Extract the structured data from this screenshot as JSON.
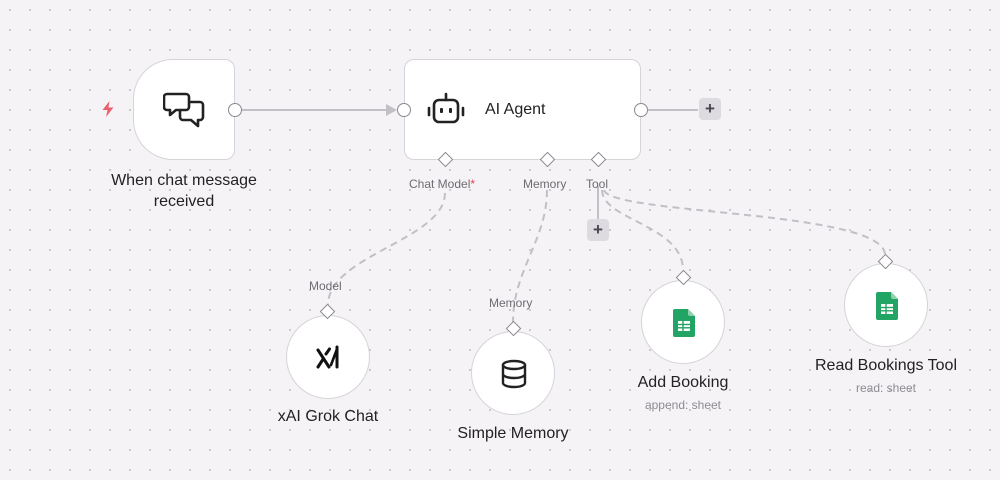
{
  "colors": {
    "canvas_background": "#f5f3f5",
    "node_border": "#d6d3d9",
    "edge": "#c2bfc6",
    "trigger_bolt": "#e8616f",
    "sheets_green": "#21a464",
    "required_marker": "#e0445c"
  },
  "trigger": {
    "label": "When chat message received",
    "icon": "chat-bubbles-icon",
    "badge_icon": "lightning-bolt-icon"
  },
  "agent": {
    "title": "AI Agent",
    "icon": "robot-icon",
    "ports": {
      "chat_model": "Chat Model",
      "chat_model_required": "*",
      "memory": "Memory",
      "tool": "Tool"
    }
  },
  "grok": {
    "label": "xAI Grok Chat",
    "port_label": "Model",
    "icon": "xai-logo-icon"
  },
  "memory": {
    "label": "Simple Memory",
    "port_label": "Memory",
    "icon": "database-icon"
  },
  "add_booking": {
    "label": "Add Booking",
    "subtitle": "append: sheet",
    "icon": "google-sheets-icon"
  },
  "read_bookings": {
    "label": "Read Bookings Tool",
    "subtitle": "read: sheet",
    "icon": "google-sheets-icon"
  },
  "buttons": {
    "add": "+"
  }
}
